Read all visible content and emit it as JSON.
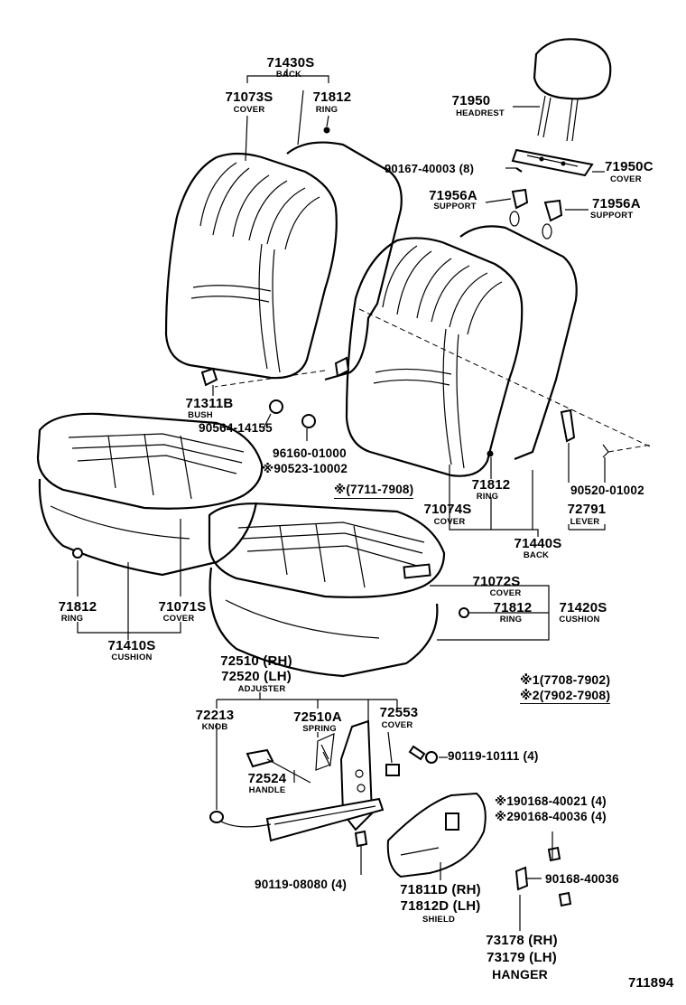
{
  "labels": {
    "back_assy": "71430S",
    "back_assy_name": "BACK",
    "cover_71073": "71073S",
    "cover_71073_name": "COVER",
    "ring_top": "71812",
    "ring_top_name": "RING",
    "headrest": "71950",
    "headrest_name": "HEADREST",
    "screw_90167": "90167-40003 (8)",
    "cover_71950c": "71950C",
    "cover_71950c_name": "COVER",
    "support_left": "71956A",
    "support_left_name": "SUPPORT",
    "support_right": "71956A",
    "support_right_name": "SUPPORT",
    "bush": "71311B",
    "bush_name": "BUSH",
    "part_90564": "90564-14155",
    "part_96160": "96160-01000",
    "part_90523": "※90523-10002",
    "note_7711": "※(7711-7908)",
    "ring_mid": "71812",
    "ring_mid_name": "RING",
    "cover_71074": "71074S",
    "cover_71074_name": "COVER",
    "back_71440": "71440S",
    "back_71440_name": "BACK",
    "part_90520": "90520-01002",
    "lever": "72791",
    "lever_name": "LEVER",
    "cover_71072": "71072S",
    "cover_71072_name": "COVER",
    "ring_right": "71812",
    "ring_right_name": "RING",
    "cushion_71420": "71420S",
    "cushion_71420_name": "CUSHION",
    "ring_left": "71812",
    "ring_left_name": "RING",
    "cover_71071": "71071S",
    "cover_71071_name": "COVER",
    "cushion_71410": "71410S",
    "cushion_71410_name": "CUSHION",
    "adjuster_rh": "72510 (RH)",
    "adjuster_lh": "72520 (LH)",
    "adjuster_name": "ADJUSTER",
    "note_1": "※1(7708-7902)",
    "note_2": "※2(7902-7908)",
    "knob": "72213",
    "knob_name": "KNOB",
    "spring": "72510A",
    "spring_name": "SPRING",
    "cover_72553": "72553",
    "cover_72553_name": "COVER",
    "bolt_90119_10111": "90119-10111 (4)",
    "handle": "72524",
    "handle_name": "HANDLE",
    "screw_1": "※190168-40021 (4)",
    "screw_2": "※290168-40036 (4)",
    "bolt_90119_08080": "90119-08080 (4)",
    "screw_90168": "90168-40036",
    "shield_rh": "71811D (RH)",
    "shield_lh": "71812D (LH)",
    "shield_name": "SHIELD",
    "hanger_rh": "73178 (RH)",
    "hanger_lh": "73179 (LH)",
    "hanger_name": "HANGER",
    "figure_no": "711894"
  }
}
